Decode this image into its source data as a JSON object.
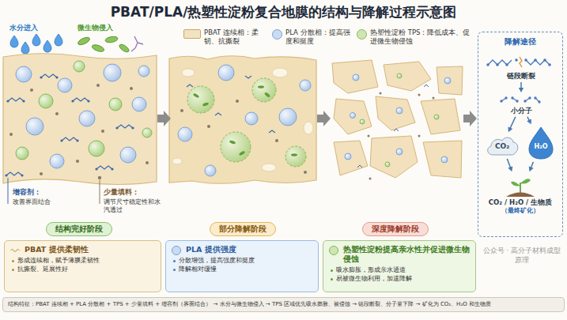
{
  "diagram": {
    "title": "PBAT/PLA/热塑性淀粉复合地膜的结构与降解过程示意图",
    "nodes": [
      {
        "text": [
          "降解途径"
        ]
      },
      {
        "text": [
          "链段断裂"
        ],
        "in": 0
      },
      {
        "text": [
          "小分子"
        ],
        "in": 0
      },
      {
        "text": [
          "CO₂"
        ],
        "in": 0
      },
      {
        "text": [
          "H₂O"
        ],
        "in": 0
      },
      {
        "text": [
          "CO₂ / H₂O / 生物质",
          "（最终矿化）"
        ],
        "in": 0
      },
      {
        "text": [
          "结构完好阶段"
        ]
      },
      {
        "text": [
          "部分降解阶段"
        ]
      },
      {
        "text": [
          "深度降解阶段"
        ]
      },
      {
        "text": [
          "PBAT 提供柔韧性",
          "形成连续相，赋予薄膜柔韧性",
          "抗撕裂、延展性好"
        ]
      },
      {
        "text": [
          "PLA 提供强度",
          "分散增强，提高强度和挺度",
          "降解相对缓慢"
        ]
      },
      {
        "text": [
          "热塑性淀粉提高亲水性并促进微生物侵蚀",
          "吸水膨胀，形成亲水通道",
          "易被微生物利用，加速降解"
        ]
      },
      {
        "text": [
          "结构特征：PBAT 连续相 + PLA 分散相 + TPS + 少量填料 + 增容剂（界面结合） → 水分与微生物侵入 → TPS 区域优先吸水膨胀、被侵蚀 → 链段断裂、分子量下降 → 矿化为 CO₂、H₂O 和生物质"
        ]
      }
    ],
    "edges": [
      {
        "from": 1,
        "to": 2,
        "arrow": "to"
      },
      {
        "from": 2,
        "to": 3,
        "arrow": "to"
      },
      {
        "from": 2,
        "to": 4,
        "arrow": "to"
      },
      {
        "from": 3,
        "to": 5,
        "arrow": "to"
      },
      {
        "from": 4,
        "to": 5,
        "arrow": "to"
      }
    ],
    "labels": [
      "水分进入",
      "微生物侵入",
      "增容剂：",
      "改善界面结合",
      "少量填料：",
      "调节尺寸稳定性和水汽透过",
      "公众号 · 高分子材料成型原理"
    ],
    "legend": [
      {
        "text": "PBAT 连续相：柔韧、抗撕裂",
        "color": "#f3e2bf"
      },
      {
        "text": "PLA 分散相：提高强度和挺度",
        "color": "#c9dcf3"
      },
      {
        "text": "热塑性淀粉 TPS：降低成本、促进微生物侵蚀",
        "color": "#cfe6b0"
      }
    ]
  }
}
